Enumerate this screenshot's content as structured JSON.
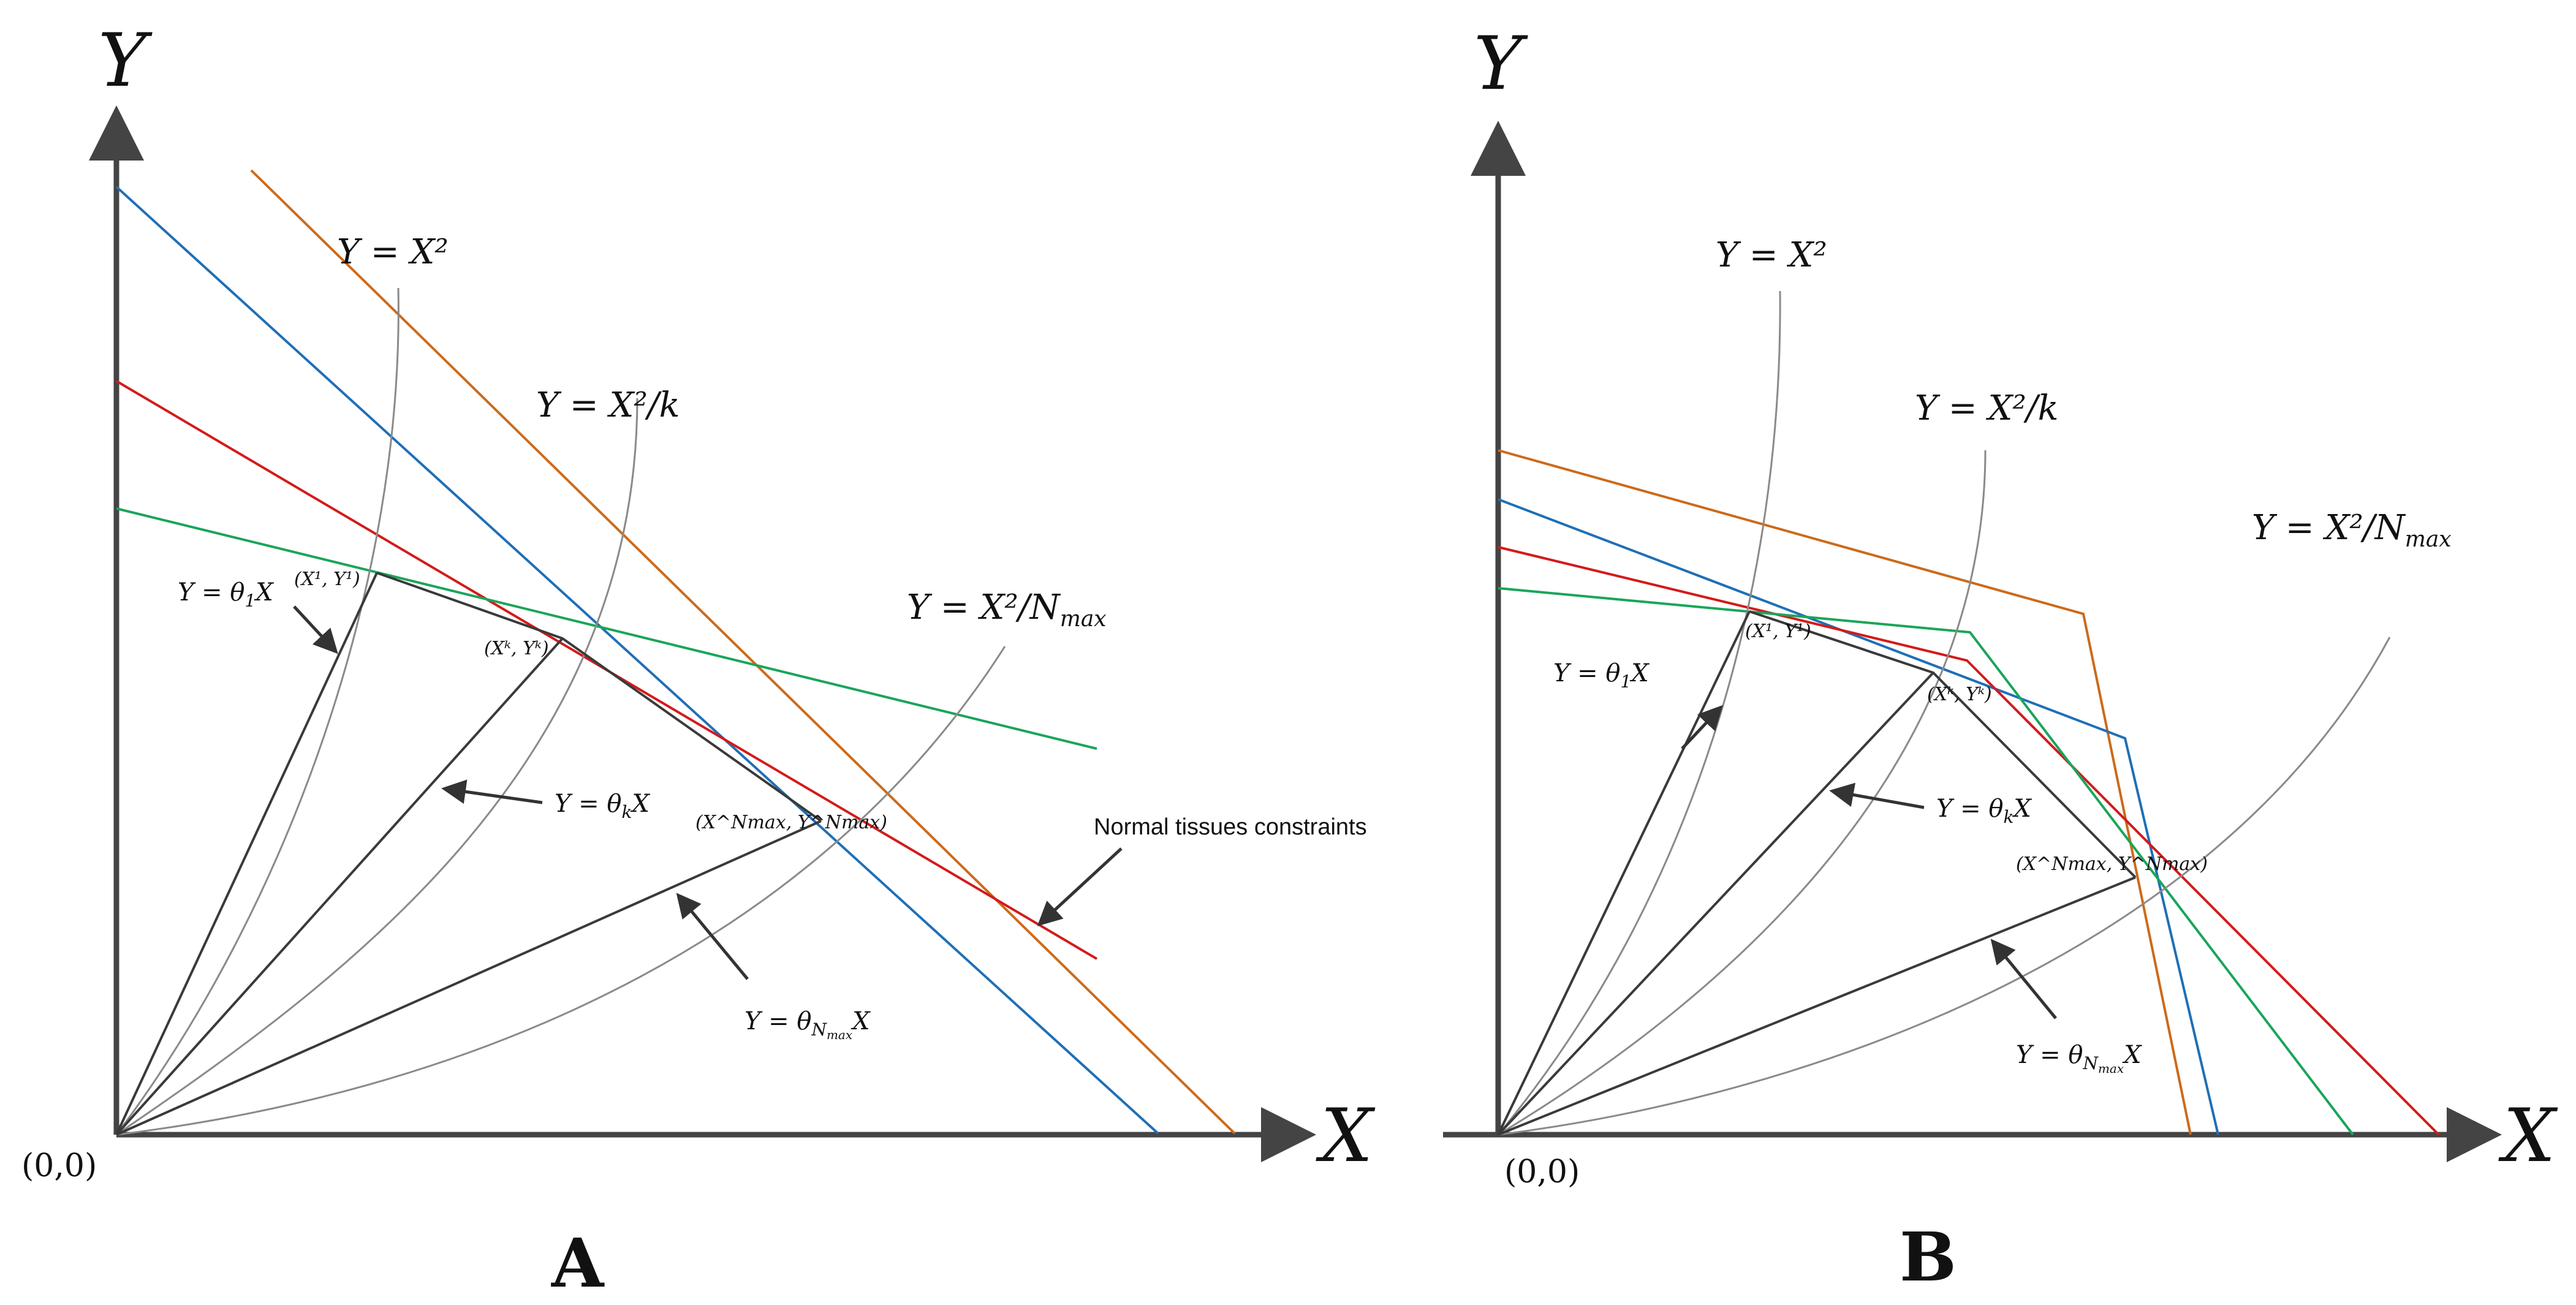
{
  "colors": {
    "axis": "#444444",
    "ray": "#3a3a3a",
    "curve": "#8a8a8a",
    "blue": "#1f6fb5",
    "orange": "#cc6a1a",
    "red": "#d41a1a",
    "green": "#1aa55a"
  },
  "panel_a": {
    "panel_label": "A",
    "axis_y": "Y",
    "axis_x": "X",
    "origin": "(0,0)",
    "curves": {
      "c1": "Y = X²",
      "ck": "Y = X²/k",
      "cn": "Y = X²/N",
      "cn_sub": "max"
    },
    "rays": {
      "r1": "Y = θ",
      "r1_sub": "1",
      "r1_end": "X",
      "rk": "Y = θ",
      "rk_sub": "k",
      "rk_end": "X",
      "rn": "Y = θ",
      "rn_sub": "N",
      "rn_subsub": "max",
      "rn_end": "X"
    },
    "points": {
      "p1": "(X¹, Y¹)",
      "pk": "(Xᵏ, Yᵏ)",
      "pn": "(X^Nmax, Y^Nmax)"
    },
    "note": "Normal tissues constraints"
  },
  "panel_b": {
    "panel_label": "B",
    "axis_y": "Y",
    "axis_x": "X",
    "origin": "(0,0)",
    "curves": {
      "c1": "Y = X²",
      "ck": "Y = X²/k",
      "cn": "Y = X²/N",
      "cn_sub": "max"
    },
    "rays": {
      "r1": "Y = θ",
      "r1_sub": "1",
      "r1_end": "X",
      "rk": "Y = θ",
      "rk_sub": "k",
      "rk_end": "X",
      "rn": "Y = θ",
      "rn_sub": "N",
      "rn_subsub": "max",
      "rn_end": "X"
    },
    "points": {
      "p1": "(X¹, Y¹)",
      "pk": "(Xᵏ, Yᵏ)",
      "pn": "(X^Nmax, Y^Nmax)"
    }
  }
}
